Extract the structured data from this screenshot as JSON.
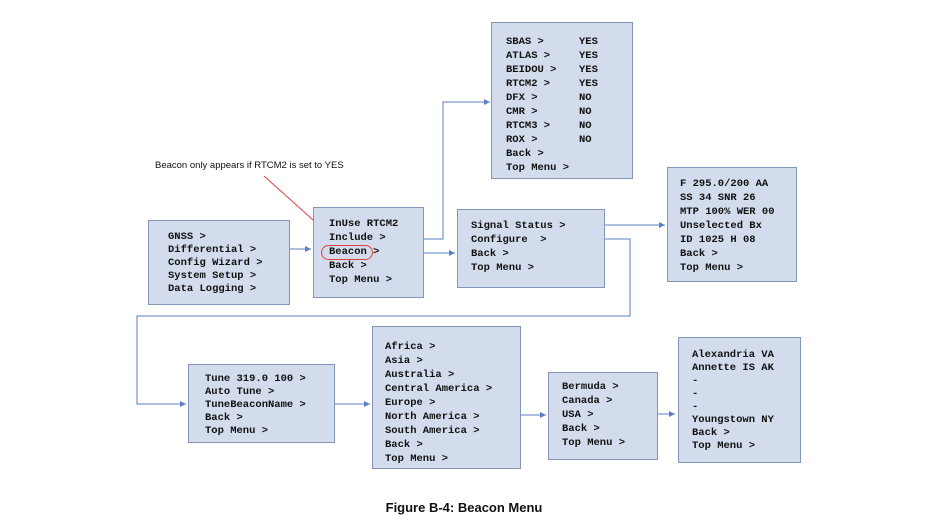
{
  "caption": "Figure B-4: Beacon Menu",
  "note": "Beacon only appears if RTCM2 is set to YES",
  "colors": {
    "box_fill": "#d3dcec",
    "box_border": "#8496b8",
    "arrow": "#5b7fc4",
    "note_line": "#e04040"
  },
  "main_menu": [
    "GNSS >",
    "Differential >",
    "Config Wizard >",
    "System Setup >",
    "Data Logging >"
  ],
  "differential_menu": [
    "InUse RTCM2",
    "Include >",
    "Beacon >",
    "Back >",
    "Top Menu >"
  ],
  "include_menu": {
    "items": [
      {
        "label": "SBAS >",
        "value": "YES"
      },
      {
        "label": "ATLAS >",
        "value": "YES"
      },
      {
        "label": "BEIDOU >",
        "value": "YES"
      },
      {
        "label": "RTCM2 >",
        "value": "YES"
      },
      {
        "label": "DFX >",
        "value": "NO"
      },
      {
        "label": "CMR >",
        "value": "NO"
      },
      {
        "label": "RTCM3 >",
        "value": "NO"
      },
      {
        "label": "ROX >",
        "value": "NO"
      }
    ],
    "back": "Back >",
    "top": "Top Menu >"
  },
  "beacon_menu": [
    "Signal Status >",
    "Configure  >",
    "Back >",
    "Top Menu >"
  ],
  "signal_status": [
    "F 295.0/200 AA",
    "SS 34 SNR 26",
    "MTP 100% WER 00",
    "Unselected Bx",
    "ID 1025 H 08",
    "Back >",
    "Top Menu >"
  ],
  "configure_menu": [
    "Tune 319.0 100 >",
    "Auto Tune >",
    "TuneBeaconName >",
    "Back >",
    "Top Menu >"
  ],
  "region_menu": [
    "Africa >",
    "Asia >",
    "Australia >",
    "Central America >",
    "Europe >",
    "North America >",
    "South America >",
    "Back >",
    "Top Menu >"
  ],
  "country_menu": [
    "Bermuda >",
    "Canada >",
    "USA >",
    "Back >",
    "Top Menu >"
  ],
  "station_menu": [
    "Alexandria VA",
    "Annette IS AK",
    "-",
    "-",
    "-",
    "Youngstown NY",
    "Back >",
    "Top Menu >"
  ]
}
